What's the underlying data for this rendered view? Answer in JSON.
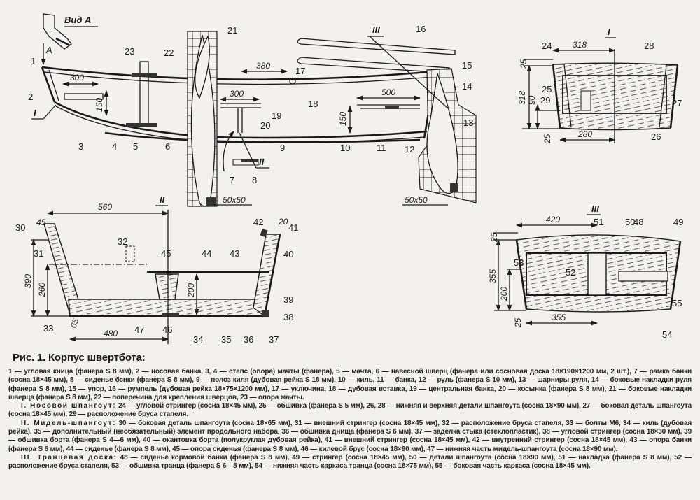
{
  "side_view": {
    "view_label": "Вид А",
    "arrow_label": "А",
    "section_marks": [
      "I",
      "II",
      "III"
    ],
    "dims": [
      "300",
      "150",
      "380",
      "300",
      "500",
      "150",
      "50x50",
      "50x50"
    ]
  },
  "section_1": {
    "title": "I",
    "dims": [
      "318",
      "25",
      "318",
      "90",
      "280",
      "25"
    ]
  },
  "section_2": {
    "title": "II",
    "dims": [
      "560",
      "45",
      "390",
      "260",
      "200",
      "65",
      "480",
      "20"
    ]
  },
  "section_3": {
    "title": "III",
    "dims": [
      "420",
      "25",
      "355",
      "200",
      "355",
      "25"
    ]
  },
  "callouts": [
    "1",
    "2",
    "3",
    "4",
    "5",
    "6",
    "7",
    "8",
    "9",
    "10",
    "11",
    "12",
    "13",
    "14",
    "15",
    "16",
    "17",
    "18",
    "19",
    "20",
    "21",
    "22",
    "23",
    "24",
    "25",
    "26",
    "27",
    "28",
    "29",
    "30",
    "31",
    "32",
    "33",
    "34",
    "35",
    "36",
    "37",
    "38",
    "39",
    "40",
    "41",
    "42",
    "43",
    "44",
    "45",
    "46",
    "47",
    "48",
    "49",
    "50",
    "51",
    "52",
    "53",
    "54",
    "55"
  ],
  "caption": {
    "title": "Рис. 1. Корпус швертбота:",
    "general": "1 — угловая кница (фанера S 8 мм), 2 — носовая банка, 3, 4 — степс (опора) мачты (фанера), 5 — мачта, 6 — навесной шверц (фанера или сосновая доска 18×190×1200 мм, 2 шт.), 7 — рамка банки (сосна 18×45 мм), 8 — сиденье бснки (фанера S 8 мм), 9 — полоз киля (дубовая рейка S 18 мм), 10 — киль, 11 — банка, 12 — руль (фанера S 10 мм), 13 — шарниры руля, 14 — боковые накладки руля (фанера S 8 мм), 15 — упор, 16 — румпель (дубовая рейка 18×75×1200 мм), 17 — уключина, 18 — дубовая вставка, 19 — центральная банка, 20 — косынка (фанера S 8 мм), 21 — боковые накладки шверца (фанера S 8 мм), 22 — поперечина для крепления шверцов, 23 — опора мачты.",
    "sections": [
      {
        "heading": "I. Носовой шпангоут:",
        "text": " 24 — угловой стрингер (сосна 18×45 мм), 25 — обшивка (фанера S 5 мм), 26, 28 — нижняя и верхняя детали шпангоута (сосна 18×90 мм), 27 — боковая деталь шпангоута (сосна 18×45 мм), 29 — расположение бруса стапеля."
      },
      {
        "heading": "II. Мидель-шпангоут:",
        "text": " 30 — боковая деталь шпангоута (сосна 18×65 мм), 31 — внешний стрингер (сосна 18×45 мм), 32 — расположение бруса стапеля, 33 — болты М6, 34 — киль (дубовая рейка), 35 — дополнительный (необязательный) элемент продольного набора, 36 — обшивка днища (фанера S 6 мм), 37 — заделка стыка (стеклопластик), 38 — угловой стрингер (сосна 18×30 мм), 39 — обшивка борта (фанера S 4—6 мм), 40 — окантовка борта (полукруглая дубовая рейка), 41 — внешний стрингер (сосна 18×45 мм), 42 — внутренний стрингер (сосна 18×45 мм), 43 — опора банки (фанера S 6 мм), 44 — сиденье (фанера S 8 мм), 45 — опора сиденья (фанера S 8 мм), 46 — килевой брус (сосна 18×90 мм), 47 — нижняя часть мидель-шпангоута (сосна 18×90 мм)."
      },
      {
        "heading": "III. Транцевая доска:",
        "text": " 48 — сиденье кормовой банки (фанера S 8 мм), 49 — стрингер (сосна 18×45 мм), 50 — детали шпангоута (сосна 18×90 мм), 51 — накладка (фанера S 8 мм), 52 — расположение бруса стапеля, 53 — обшивка транца (фанера S 6—8 мм), 54 — нижняя часть каркаса транца (сосна 18×75 мм), 55 — боковая часть каркаса (сосна 18×45 мм)."
      }
    ]
  }
}
